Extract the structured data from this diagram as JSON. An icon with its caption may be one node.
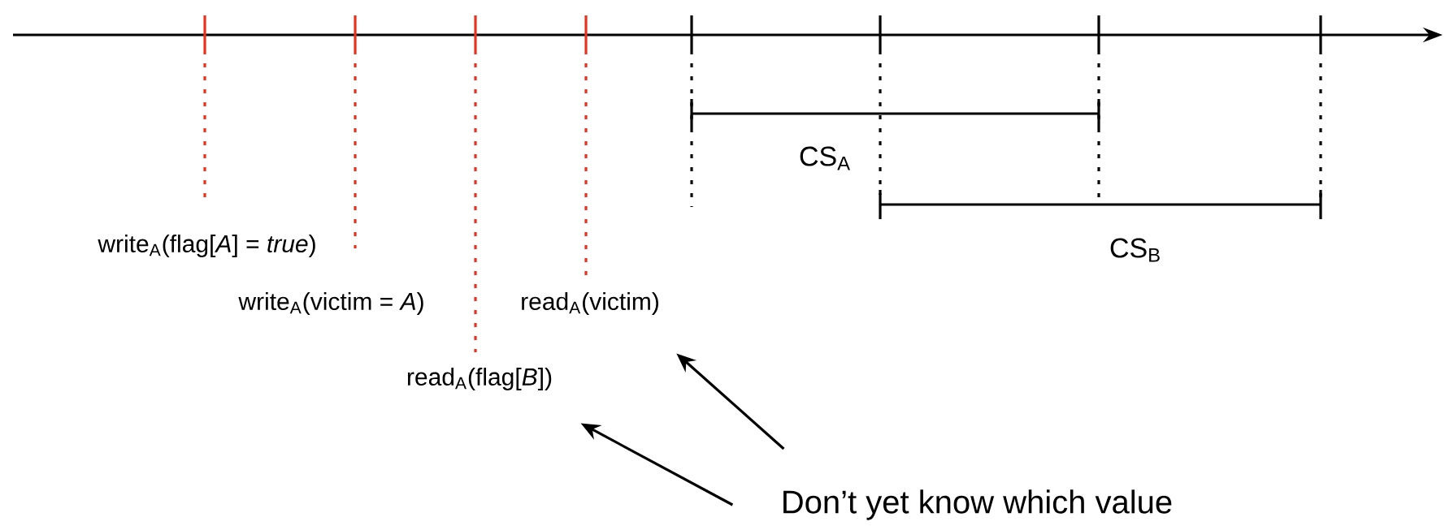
{
  "diagram": {
    "nodes": [
      {
        "text": [
          "write$_{A}$(flag[*A*] = *true*)"
        ]
      },
      {
        "text": [
          "write$_{A}$(victim = *A*)"
        ]
      },
      {
        "text": [
          "read$_{A}$(flag[*B*])"
        ]
      },
      {
        "text": [
          "read$_{A}$(victim)"
        ]
      },
      {
        "text": [
          "Don’t yet know which value"
        ]
      }
    ],
    "edges": [
      {
        "from": 4,
        "to": 3,
        "arrow": "to"
      },
      {
        "from": 4,
        "to": 2,
        "arrow": "to"
      }
    ],
    "labels": [
      "CS$_{A}$",
      "CS$_{B}$"
    ]
  }
}
